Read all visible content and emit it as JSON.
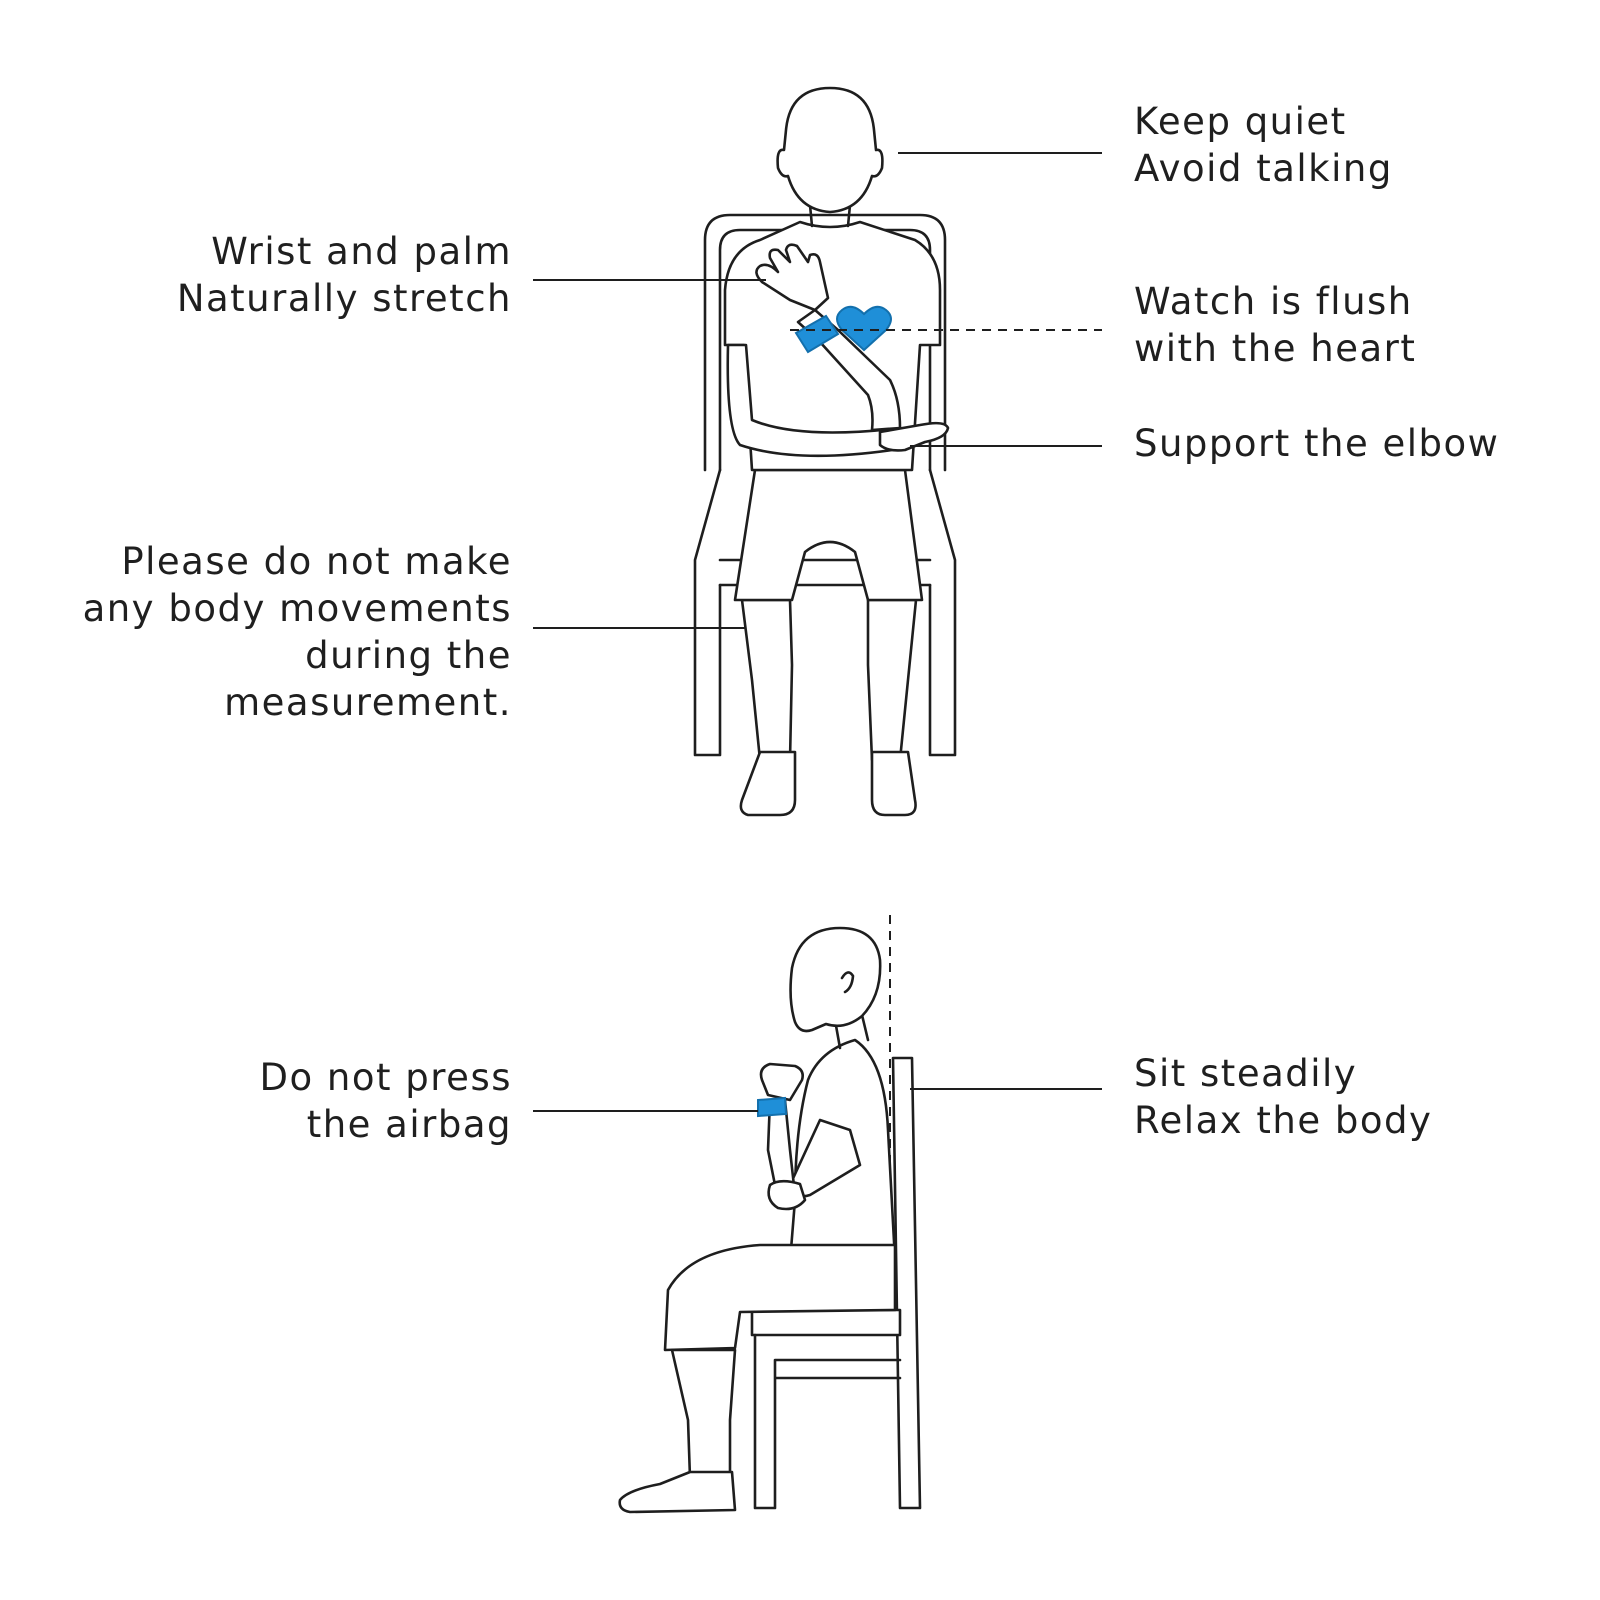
{
  "accent_color": "#1f8fd8",
  "front_view": {
    "keep_quiet": {
      "lines": [
        "Keep quiet",
        "Avoid talking"
      ]
    },
    "wrist_palm": {
      "lines": [
        "Wrist and palm",
        "Naturally stretch"
      ]
    },
    "watch_heart": {
      "lines": [
        "Watch is flush",
        "with the heart"
      ]
    },
    "support_elbow": {
      "lines": [
        "Support the elbow"
      ]
    },
    "no_movement": {
      "lines": [
        "Please do not make",
        "any body movements",
        "during the",
        "measurement."
      ]
    }
  },
  "side_view": {
    "airbag": {
      "lines": [
        "Do not press",
        "the airbag"
      ]
    },
    "sit_steady": {
      "lines": [
        "Sit steadily",
        "Relax the body"
      ]
    }
  },
  "icons": [
    "heart-icon",
    "watch-band-icon"
  ]
}
